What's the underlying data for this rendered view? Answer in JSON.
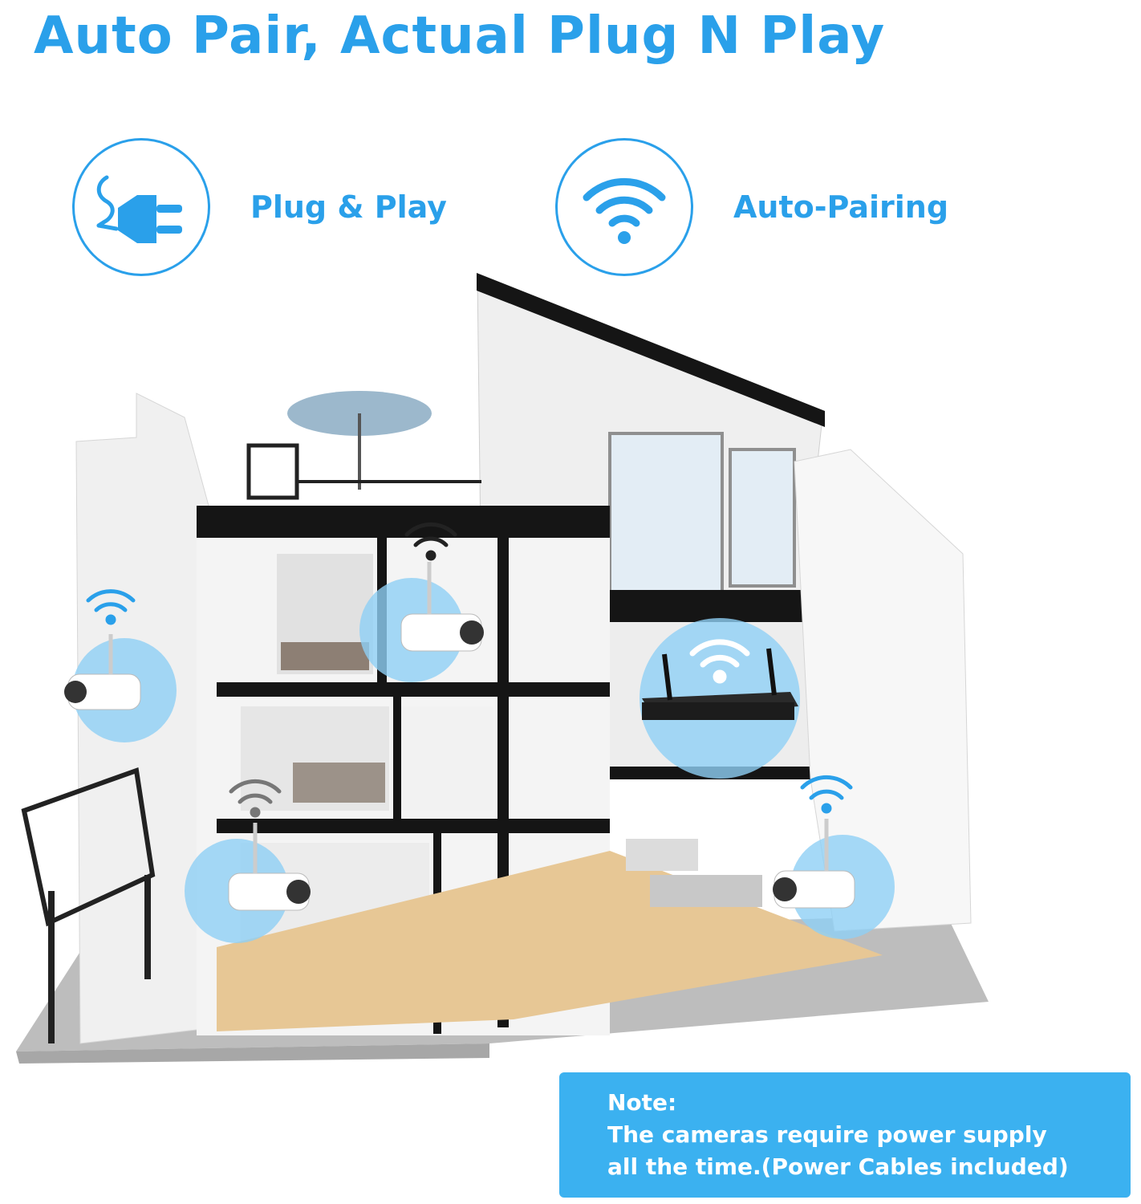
{
  "headline": "Auto Pair, Actual Plug N Play",
  "features": [
    {
      "icon": "power-plug-icon",
      "label": "Plug & Play"
    },
    {
      "icon": "wifi-icon",
      "label": "Auto-Pairing"
    }
  ],
  "illustration": {
    "description_icons": [
      "house-cutaway-illustration",
      "camera-icon",
      "nvr-recorder-icon",
      "wifi-icon"
    ]
  },
  "note": {
    "title": "Note:",
    "line1": "The cameras require power supply",
    "line2": "all the time.(Power Cables included)"
  },
  "colors": {
    "accent": "#2aa0ea",
    "note_bg": "#3bb1f0",
    "wifi_glow": "#8fd0f5"
  }
}
